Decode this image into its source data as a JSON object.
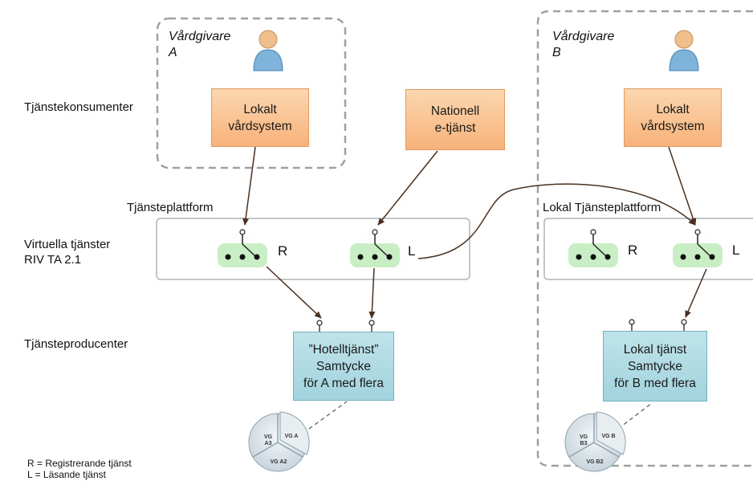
{
  "vardgivare_a": {
    "line1": "Vårdgivare",
    "line2": "A"
  },
  "vardgivare_b": {
    "line1": "Vårdgivare",
    "line2": "B"
  },
  "row_labels": {
    "konsumenter": "Tjänstekonsumenter",
    "virtuella_line1": "Virtuella tjänster",
    "virtuella_line2": "RIV TA 2.1",
    "producenter": "Tjänsteproducenter"
  },
  "platform_labels": {
    "central": "Tjänsteplattform",
    "local": "Lokal Tjänsteplattform"
  },
  "boxes": {
    "lokalt_a": {
      "line1": "Lokalt",
      "line2": "vårdsystem"
    },
    "nationell": {
      "line1": "Nationell",
      "line2": "e-tjänst"
    },
    "lokalt_b": {
      "line1": "Lokalt",
      "line2": "vårdsystem"
    },
    "hotell": {
      "line1": "”Hotelltjänst”",
      "line2": "Samtycke",
      "line3": "för A med flera"
    },
    "lokal_tjanst": {
      "line1": "Lokal tjänst",
      "line2": "Samtycke",
      "line3": "för B med flera"
    }
  },
  "service_letters": {
    "r1": "R",
    "l1": "L",
    "r2": "R",
    "l2": "L"
  },
  "pie_a": {
    "s1": "VG",
    "s1b": "A3",
    "s2": "VG A",
    "s3": "VG A2"
  },
  "pie_b": {
    "s1": "VG",
    "s1b": "B3",
    "s2": "VG B",
    "s3": "VG B2"
  },
  "legend": {
    "r": "R = Registrerande tjänst",
    "l": "L = Läsande tjänst"
  },
  "colors": {
    "orange_fill": "#f8b27a",
    "teal_fill": "#a2d3de",
    "switch_bg": "#c9edc4",
    "dashed_border": "#a0a0a0",
    "arrow": "#4a3020"
  }
}
